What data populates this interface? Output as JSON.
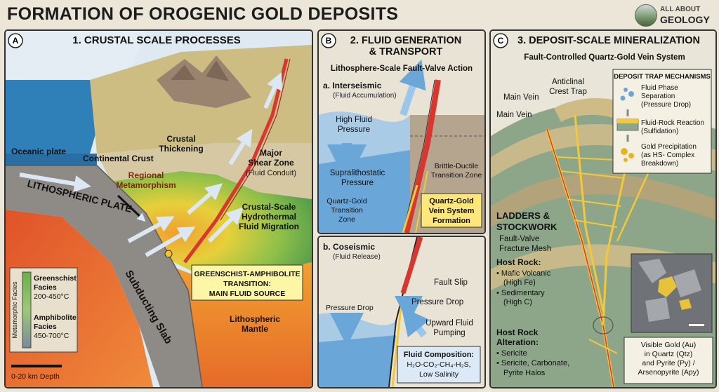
{
  "header": {
    "title": "FORMATION OF OROGENIC GOLD DEPOSITS",
    "logo_line1": "ALL ABOUT",
    "logo_line2": "GEOLOGY"
  },
  "panelA": {
    "badge": "A",
    "title": "1. CRUSTAL SCALE PROCESSES",
    "oceanic_plate": "Oceanic plate",
    "continental_crust": "Continental Crust",
    "crustal_thickening": [
      "Crustal",
      "Thickening"
    ],
    "major_shear": [
      "Major",
      "Shear Zone"
    ],
    "fluid_conduit": "(Fluid Conduit)",
    "regional_meta": [
      "Regional",
      "Metamorphism"
    ],
    "lithospheric_plate": "LITHOSPHERIC PLATE",
    "hydrothermal": [
      "Crustal-Scale",
      "Hydrothermal",
      "Fluid Migration"
    ],
    "source_box": [
      "GREENSCHIST-AMPHIBOLITE",
      "TRANSITION:",
      "MAIN FLUID SOURCE"
    ],
    "subducting_slab": "Subducting Slab",
    "lith_mantle": [
      "Lithospheric",
      "Mantle"
    ],
    "legend_title": "Metamorphic Facies",
    "greenschist": [
      "Greenschist",
      "Facies",
      "200-450°C"
    ],
    "amphibolite": [
      "Amphibolite",
      "Facies",
      "450-700°C"
    ],
    "scale": "0-20 km Depth",
    "colors": {
      "ocean": "#2f7fb8",
      "crust": "#d7c8a4",
      "mantle": "#e8612c",
      "slab": "#8e8a86",
      "fault": "#d8372f"
    }
  },
  "panelB1": {
    "badge": "B",
    "title": [
      "2. FLUID GENERATION",
      "& TRANSPORT"
    ],
    "subtitle": "Lithosphere-Scale Fault-Valve Action",
    "section": "a. Interseismic",
    "section_sub": "(Fluid Accumulation)",
    "high_pressure": [
      "High Fluid",
      "Pressure"
    ],
    "supralithostatic": [
      "Supralithostatic",
      "Pressure"
    ],
    "brittle": [
      "Brittle-Ductile",
      "Transition Zone"
    ],
    "qg_zone": [
      "Quartz-Gold",
      "Transition",
      "Zone"
    ],
    "formation": [
      "Quartz-Gold",
      "Vein System",
      "Formation"
    ]
  },
  "panelB2": {
    "section": "b. Coseismic",
    "section_sub": "(Fluid Release)",
    "fault_slip": "Fault Slip",
    "pressure_drop_r": "Pressure Drop",
    "pressure_drop_l": "Pressure Drop",
    "upward": [
      "Upward Fluid",
      "Pumping"
    ],
    "composition_title": "Fluid Composition:",
    "composition_formula": "H₂O-CO₂-CH₄-H₂S,",
    "composition_salinity": "Low Salinity"
  },
  "panelC": {
    "badge": "C",
    "title": "3. DEPOSIT-SCALE MINERALIZATION",
    "subtitle": "Fault-Controlled Quartz-Gold Vein System",
    "anticlinal": [
      "Anticlinal",
      "Crest Trap"
    ],
    "main_vein_1": "Main Vein",
    "main_vein_2": "Main Vein",
    "trap_title": "DEPOSIT TRAP MECHANISMS",
    "trap1": [
      "Fluid Phase",
      "Separation",
      "(Pressure Drop)"
    ],
    "trap2": [
      "Fluid-Rock Reaction",
      "(Sulfidation)"
    ],
    "trap3": [
      "Gold Precipitation",
      "(as HS- Complex",
      "Breakdown)"
    ],
    "ladders": [
      "LADDERS &",
      "STOCKWORK"
    ],
    "fault_valve": [
      "Fault-Valve",
      "Fracture Mesh"
    ],
    "host_rock": "Host Rock:",
    "host_items": [
      [
        "• Mafic Volcanic",
        "(High Fe)"
      ],
      [
        "• Sedimentary",
        "(High C)"
      ]
    ],
    "alteration_title": [
      "Host Rock",
      "Alteration:"
    ],
    "alteration_items": [
      "• Sericite",
      "• Sericite, Carbonate,",
      "Pyrite Halos"
    ],
    "visible_gold": [
      "Visible Gold (Au)",
      "in Quartz (Qtz)",
      "and Pyrite (Py) /",
      "Arsenopyrite (Apy)"
    ]
  }
}
